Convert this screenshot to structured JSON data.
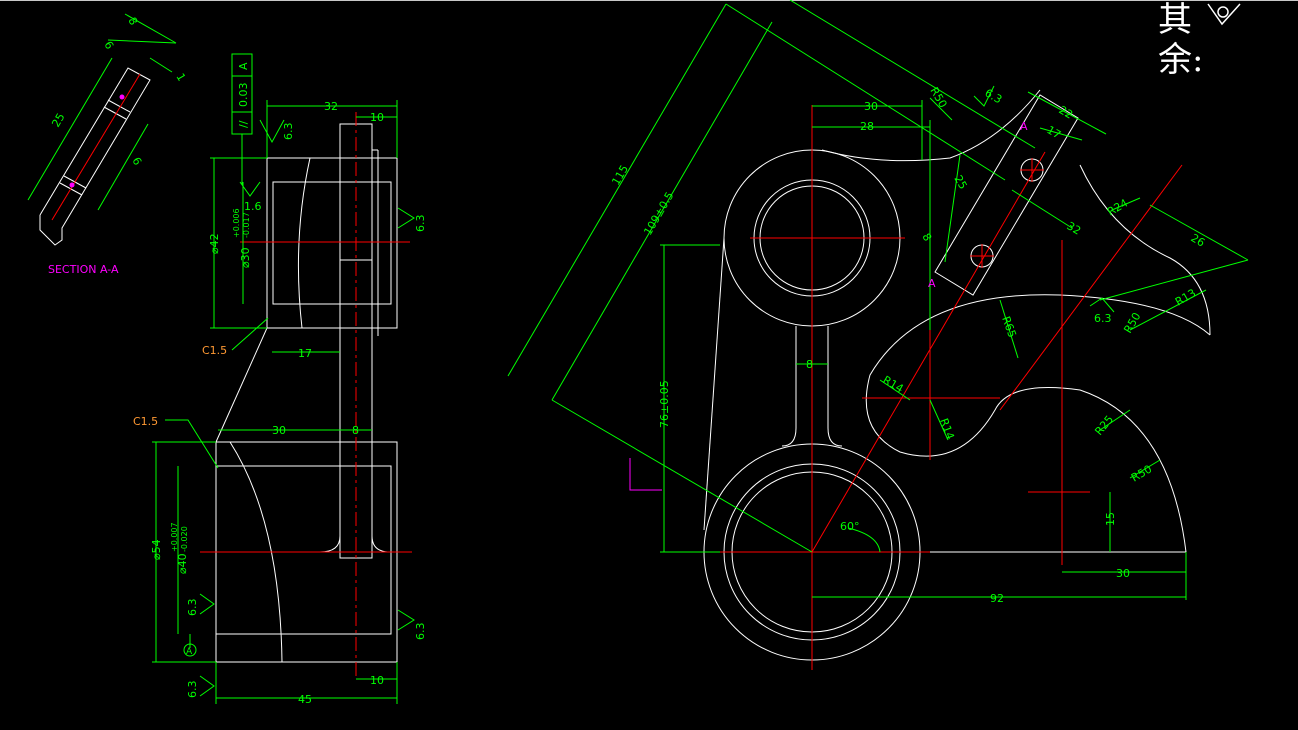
{
  "colors": {
    "background": "#000000",
    "geometry": "#ffffff",
    "dimension": "#00ff00",
    "centerline": "#ff0000",
    "chamfer_label": "#ff9933",
    "section_label": "#ff00ff"
  },
  "note": {
    "line1": "其",
    "line2": "余:"
  },
  "section": {
    "label": "SECTION A-A",
    "dims": [
      "8",
      "6",
      "1",
      "25",
      "6"
    ]
  },
  "tolerance_frame": {
    "symbol": "//",
    "value": "0.03",
    "datum": "A"
  },
  "side_view": {
    "top_width": "32",
    "flange": "10",
    "rough_top": "6.3",
    "rough_bore": "1.6",
    "rough_right_top": "6.3",
    "dia_outer_top": "⌀42",
    "dia_bore_top": "⌀30",
    "tol_top_upper": "+0.006",
    "tol_top_lower": "-0.017",
    "chamfer_top": "C1.5",
    "len_17": "17",
    "chamfer_bottom": "C1.5",
    "len_30": "30",
    "len_8": "8",
    "dia_outer_bottom": "⌀54",
    "dia_bore_bottom": "⌀40",
    "tol_bottom_upper": "+0.007",
    "tol_bottom_lower": "-0.020",
    "rough_left": "6.3",
    "rough_bottom_left": "6.3",
    "rough_right_bottom": "6.3",
    "width_45": "45",
    "flange_bottom": "10",
    "datum": "A"
  },
  "front_view": {
    "d115": "115",
    "d109": "109±0.5",
    "d30": "30",
    "d28": "28",
    "r50_top": "R50",
    "rough_top": "6.3",
    "d22": "22",
    "d17": "17",
    "sec_a_top": "A",
    "sec_a_bottom": "A",
    "d25": "25",
    "d8_slot": "8",
    "d32": "32",
    "r24": "R24",
    "d26": "26",
    "r13": "R13",
    "r50_right": "R50",
    "rough_right": "6.3",
    "r65": "R65",
    "d8_web": "8",
    "r14_a": "R14",
    "r14_b": "R14",
    "d76": "76±0.05",
    "r25": "R25",
    "r50_bottom": "R50",
    "d15": "15",
    "angle": "60°",
    "d30_bottom": "30",
    "d92": "92"
  }
}
